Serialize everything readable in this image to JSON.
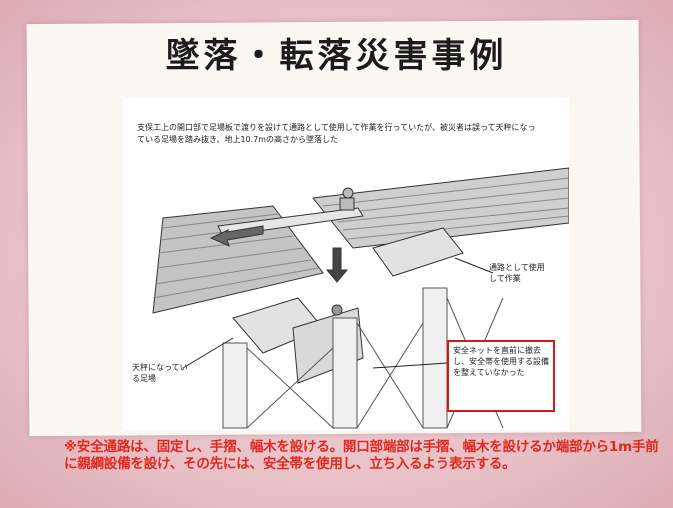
{
  "slide": {
    "title": "墜落・転落災害事例",
    "figure": {
      "caption": "支保工上の開口部で足場板で渡りを設けて通路として使用して作業を行っていたが、被災者は誤って天秤になっている足場を踏み抜き、地上10.7mの高さから墜落した",
      "callouts": {
        "passage": "通路として使用して作業",
        "ceiling": "天秤になっている足場",
        "safety_net": "安全ネットを直前に撤去し、安全帯を使用する設備を整えていなかった"
      }
    },
    "note": "※安全通路は、固定し、手摺、幅木を設ける。開口部端部は手摺、幅木を設けるか端部から1m手前に親綱設備を設け、その先には、安全帯を使用し、立ち入るよう表示する。"
  },
  "colors": {
    "background": "#e8c9cd",
    "paper": "#fbf8f2",
    "note_text": "#e1281f",
    "callout_border": "#d11a1a"
  }
}
